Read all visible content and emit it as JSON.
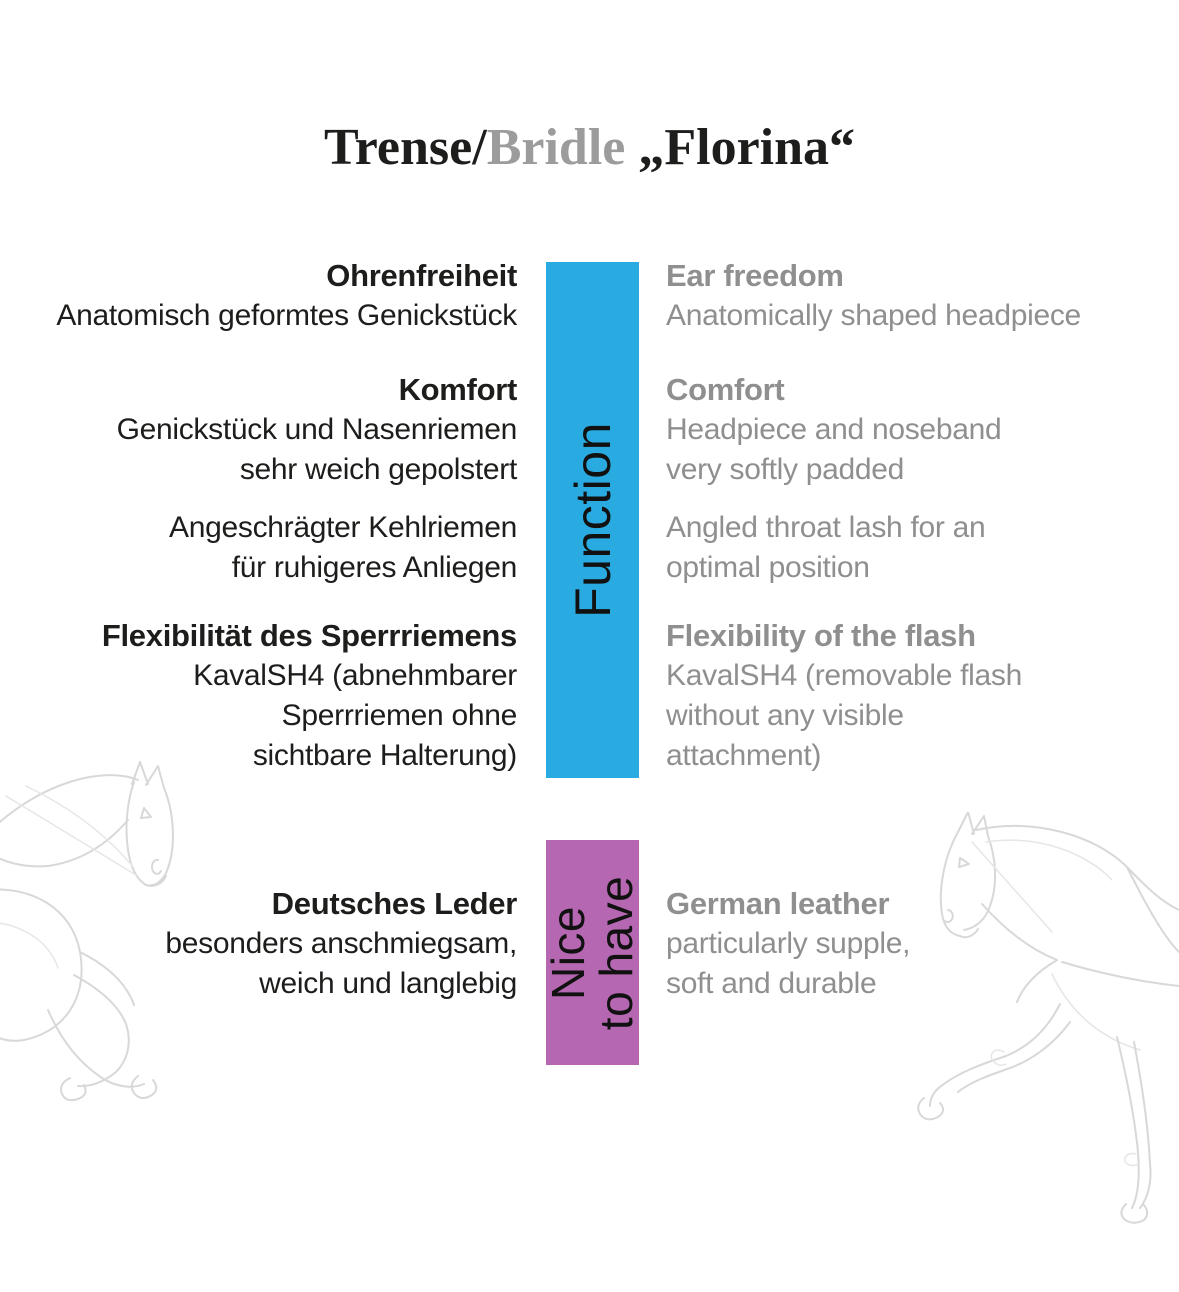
{
  "title": {
    "de": "Trense/",
    "en": "Bridle",
    "product": " „Florina“"
  },
  "bars": {
    "function_label": "Function",
    "nice_label_line1": "Nice",
    "nice_label_line2": "to have",
    "function_color": "#29abe2",
    "nice_color": "#b567b1"
  },
  "colors": {
    "german_text": "#1d1d1b",
    "english_text": "#8f8f8f",
    "title_accent_gray": "#9c9c9c",
    "sketch_gray": "#d8d8d8"
  },
  "sections": [
    {
      "de_heading": "Ohrenfreiheit",
      "de_lines": [
        "Anatomisch geformtes Genickstück"
      ],
      "en_heading": "Ear freedom",
      "en_lines": [
        "Anatomically shaped headpiece"
      ]
    },
    {
      "de_heading": "Komfort",
      "de_lines": [
        "Genickstück und Nasenriemen",
        "sehr weich gepolstert"
      ],
      "en_heading": "Comfort",
      "en_lines": [
        "Headpiece and noseband",
        "very softly padded"
      ]
    },
    {
      "de_heading": "",
      "de_lines": [
        "Angeschrägter Kehlriemen",
        "für ruhigeres Anliegen"
      ],
      "en_heading": "",
      "en_lines": [
        "Angled throat lash for an",
        "optimal position"
      ]
    },
    {
      "de_heading": "Flexibilität des Sperrriemens",
      "de_lines": [
        "KavalSH4 (abnehmbarer",
        "Sperrriemen ohne",
        "sichtbare Halterung)"
      ],
      "en_heading": "Flexibility of the flash",
      "en_lines": [
        "KavalSH4 (removable flash",
        "without any visible",
        "attachment)"
      ]
    },
    {
      "de_heading": "Deutsches Leder",
      "de_lines": [
        "besonders anschmiegsam,",
        "weich und langlebig"
      ],
      "en_heading": "German leather",
      "en_lines": [
        "particularly supple,",
        "soft and durable"
      ]
    }
  ]
}
